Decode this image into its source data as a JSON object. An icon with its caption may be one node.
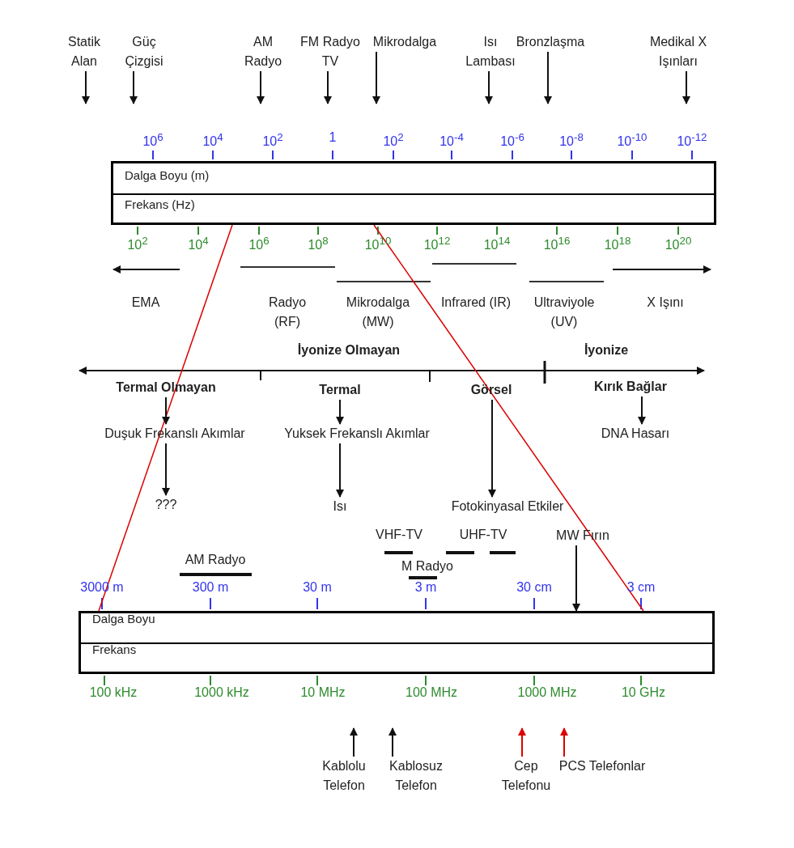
{
  "diagram": {
    "nodes": [
      {
        "text": [
          "Dalga Boyu (m)",
          "Frekans (Hz)"
        ]
      },
      {
        "text": [
          "Dalga Boyu",
          "Frekans"
        ]
      },
      {
        "text": [
          "Statik Alan"
        ]
      },
      {
        "text": [
          "Güç Çizgisi"
        ]
      },
      {
        "text": [
          "AM Radyo"
        ]
      },
      {
        "text": [
          "FM Radyo TV"
        ]
      },
      {
        "text": [
          "Mikrodalga"
        ]
      },
      {
        "text": [
          "Isı Lambası"
        ]
      },
      {
        "text": [
          "Bronzlaşma"
        ]
      },
      {
        "text": [
          "Medikal X Işınları"
        ]
      },
      {
        "text": [
          "Termal Olmayan"
        ]
      },
      {
        "text": [
          "Duşuk Frekanslı Akımlar"
        ]
      },
      {
        "text": [
          "???"
        ]
      },
      {
        "text": [
          "Termal"
        ]
      },
      {
        "text": [
          "Yuksek Frekanslı Akımlar"
        ]
      },
      {
        "text": [
          "Isı"
        ]
      },
      {
        "text": [
          "Görsel"
        ]
      },
      {
        "text": [
          "Fotokinyasal Etkiler"
        ]
      },
      {
        "text": [
          "Kırık Bağlar"
        ]
      },
      {
        "text": [
          "DNA Hasarı"
        ]
      },
      {
        "text": [
          "MW Fırın"
        ]
      },
      {
        "text": [
          "Kablolu Telefon"
        ]
      },
      {
        "text": [
          "Kablosuz Telefon"
        ]
      },
      {
        "text": [
          "Cep Telefonu"
        ]
      },
      {
        "text": [
          "PCS Telefonlar"
        ]
      }
    ],
    "edges": [
      {
        "from": 0,
        "to": 1,
        "arrow": "none",
        "color": "#dd0000"
      },
      {
        "from": 0,
        "to": 1,
        "arrow": "none",
        "color": "#dd0000"
      },
      {
        "from": 2,
        "to": null,
        "arrow": "to"
      },
      {
        "from": 3,
        "to": null,
        "arrow": "to"
      },
      {
        "from": 4,
        "to": null,
        "arrow": "to"
      },
      {
        "from": 5,
        "to": null,
        "arrow": "to"
      },
      {
        "from": 6,
        "to": null,
        "arrow": "to"
      },
      {
        "from": 7,
        "to": null,
        "arrow": "to"
      },
      {
        "from": 8,
        "to": null,
        "arrow": "to"
      },
      {
        "from": 9,
        "to": null,
        "arrow": "to"
      },
      {
        "from": 10,
        "to": 11,
        "arrow": "to"
      },
      {
        "from": 11,
        "to": 12,
        "arrow": "to"
      },
      {
        "from": 13,
        "to": 14,
        "arrow": "to"
      },
      {
        "from": 14,
        "to": 15,
        "arrow": "to"
      },
      {
        "from": 16,
        "to": 17,
        "arrow": "to"
      },
      {
        "from": 18,
        "to": 19,
        "arrow": "to"
      },
      {
        "from": 20,
        "to": 1,
        "arrow": "to"
      },
      {
        "from": 21,
        "to": null,
        "arrow": "to"
      },
      {
        "from": 22,
        "to": null,
        "arrow": "to"
      },
      {
        "from": 23,
        "to": null,
        "arrow": "to",
        "color": "#dd0000"
      },
      {
        "from": 24,
        "to": null,
        "arrow": "to",
        "color": "#dd0000"
      }
    ],
    "labels": [
      "10$^{6}$",
      "10$^{4}$",
      "10$^{2}$",
      "1",
      "10$^{2}$",
      "10$^{-4}$",
      "10$^{-6}$",
      "10$^{-8}$",
      "10$^{-10}$",
      "10$^{-12}$",
      "10$^{2}$",
      "10$^{4}$",
      "10$^{6}$",
      "10$^{8}$",
      "10$^{10}$",
      "10$^{12}$",
      "10$^{14}$",
      "10$^{16}$",
      "10$^{18}$",
      "10$^{20}$",
      "EMA",
      "Radyo (RF)",
      "Mikrodalga (MW)",
      "Infrared (IR)",
      "Ultraviyole (UV)",
      "X Işını",
      "İyonize Olmayan",
      "İyonize",
      "VHF-TV",
      "UHF-TV",
      "AM Radyo",
      "M Radyo",
      "3000 m",
      "300 m",
      "30 m",
      "3 m",
      "30 cm",
      "3 cm",
      "100 kHz",
      "1000 kHz",
      "10 MHz",
      "100 MHz",
      "1000 MHz",
      "10 GHz"
    ]
  }
}
